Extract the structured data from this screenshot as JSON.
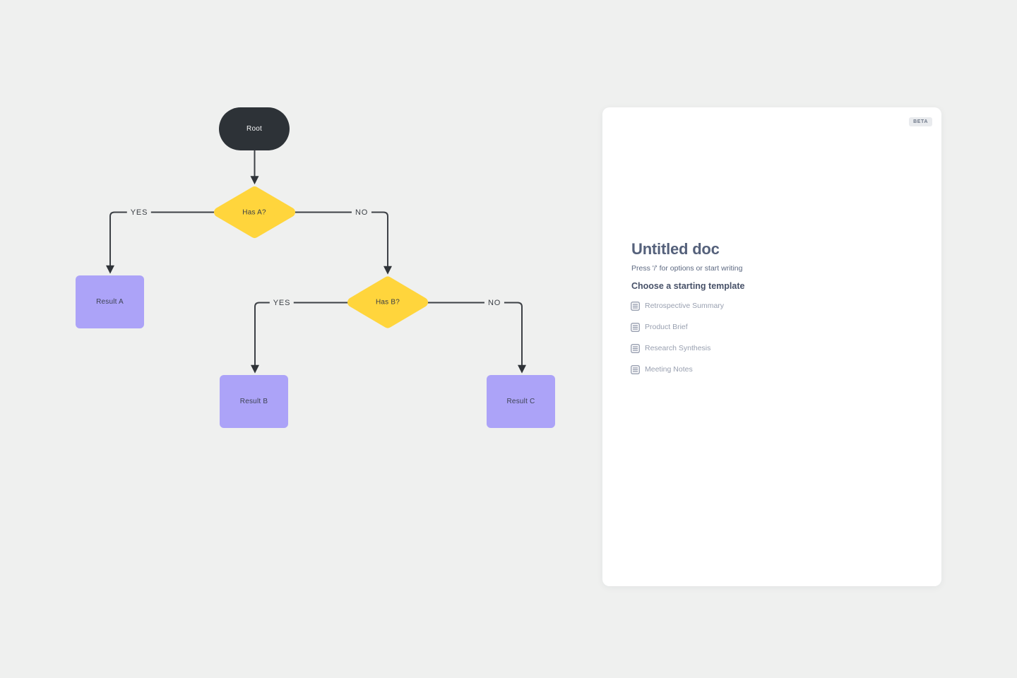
{
  "colors": {
    "canvas_background": "#EFF0EF",
    "node_dark": "#2D3237",
    "decision_yellow": "#FFD53C",
    "result_purple": "#ACA3F8",
    "connector": "#3D4146",
    "panel_background": "#FFFFFF"
  },
  "diagram": {
    "nodes": {
      "root": {
        "label": "Root",
        "shape": "pill",
        "color": "#2D3237"
      },
      "has_a": {
        "label": "Has A?",
        "shape": "diamond",
        "color": "#FFD53C"
      },
      "has_b": {
        "label": "Has B?",
        "shape": "diamond",
        "color": "#FFD53C"
      },
      "result_a": {
        "label": "Result A",
        "shape": "rect",
        "color": "#ACA3F8"
      },
      "result_b": {
        "label": "Result B",
        "shape": "rect",
        "color": "#ACA3F8"
      },
      "result_c": {
        "label": "Result C",
        "shape": "rect",
        "color": "#ACA3F8"
      }
    },
    "edge_labels": {
      "has_a_yes": "YES",
      "has_a_no": "NO",
      "has_b_yes": "YES",
      "has_b_no": "NO"
    }
  },
  "doc_panel": {
    "beta_badge": "BETA",
    "title": "Untitled doc",
    "placeholder": "Press '/' for options or start writing",
    "templates_heading": "Choose a starting template",
    "templates": [
      {
        "label": "Retrospective Summary",
        "icon": "document-lines-icon"
      },
      {
        "label": "Product Brief",
        "icon": "document-lines-icon"
      },
      {
        "label": "Research Synthesis",
        "icon": "document-lines-icon"
      },
      {
        "label": "Meeting Notes",
        "icon": "document-lines-icon"
      }
    ]
  }
}
